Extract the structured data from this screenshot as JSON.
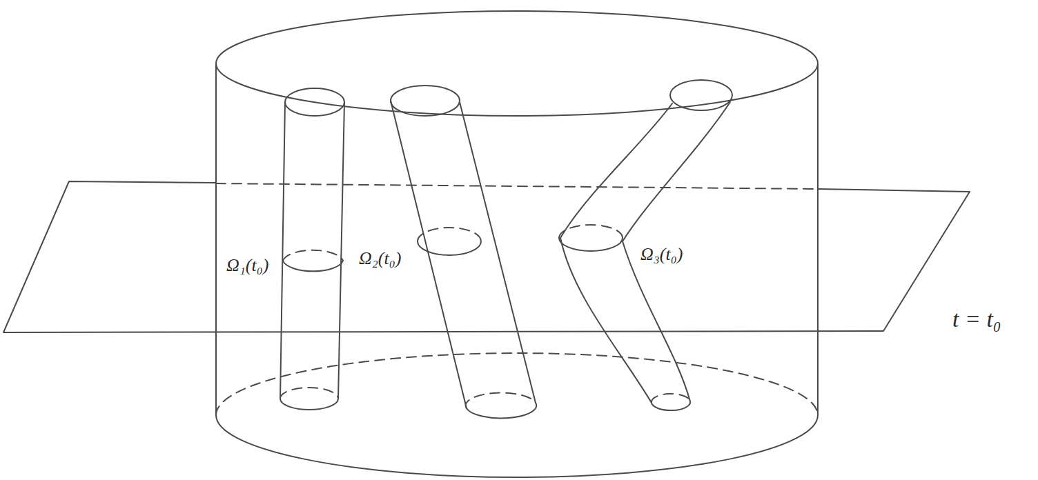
{
  "diagram": {
    "labels": [
      "Ω₁(t₀)",
      "Ω₂(t₀)",
      "Ω₃(t₀)",
      "t = t₀"
    ]
  }
}
